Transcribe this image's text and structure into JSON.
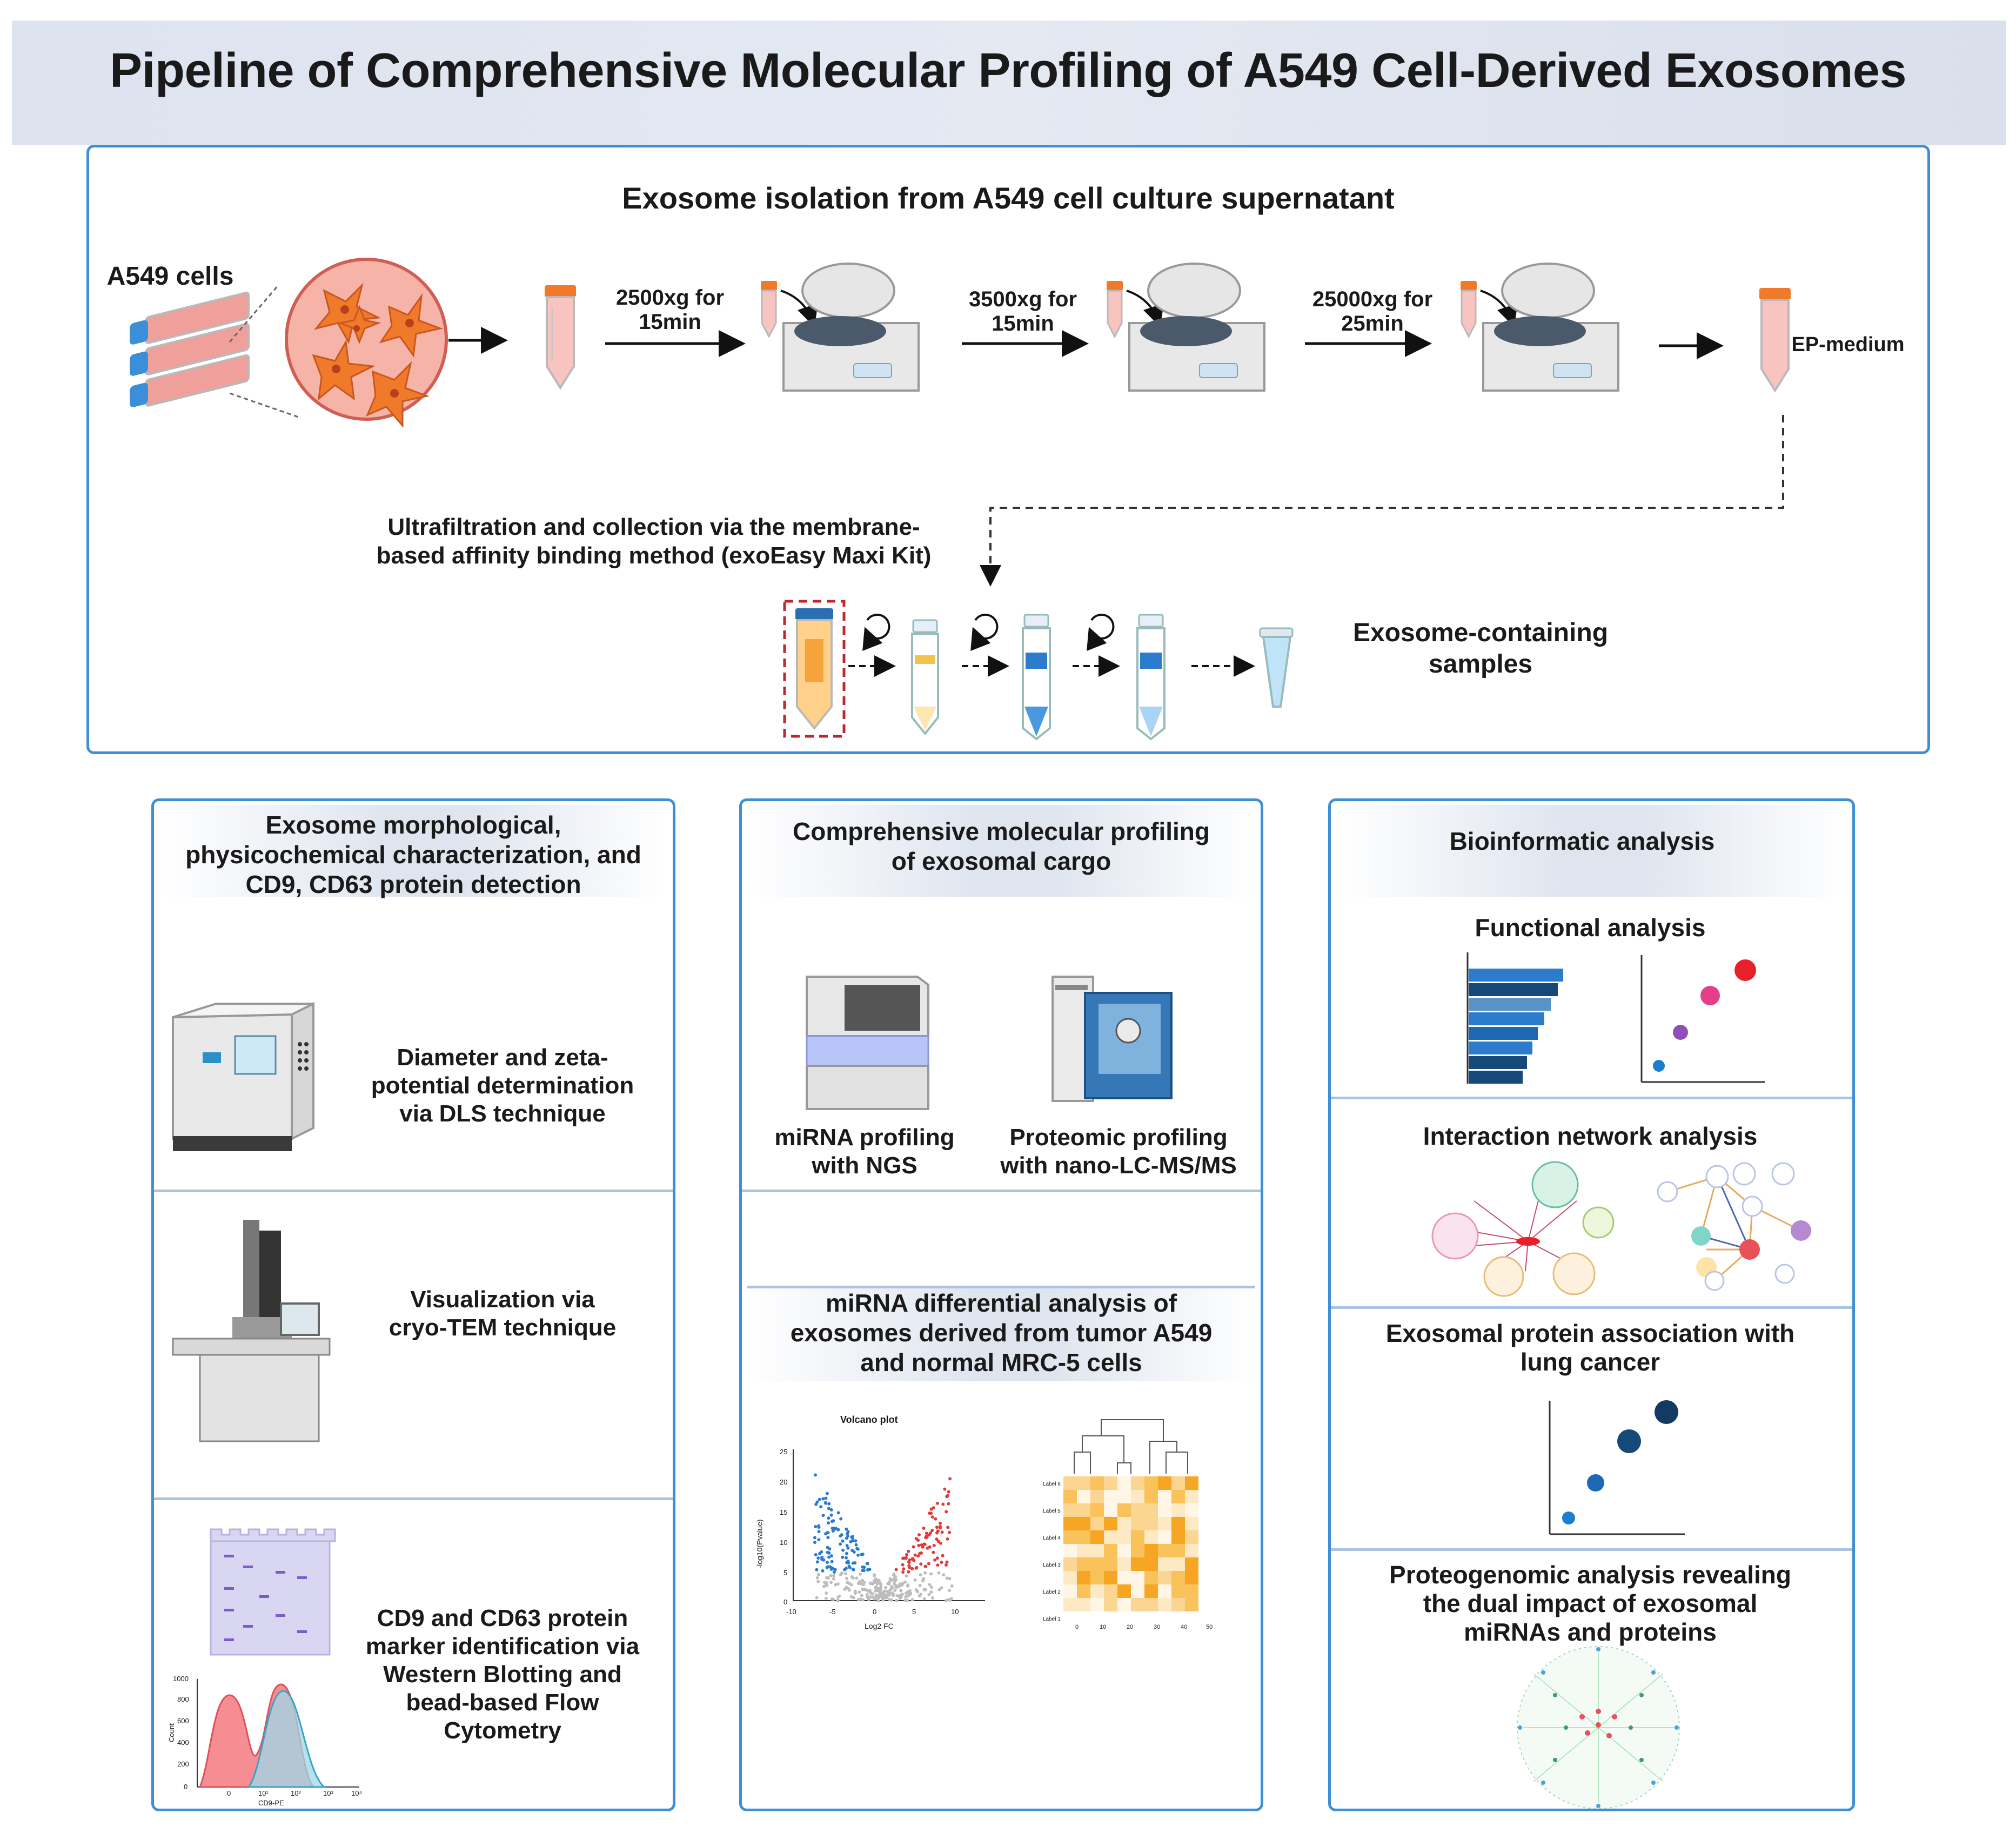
{
  "title": "Pipeline of Comprehensive Molecular Profiling of A549 Cell-Derived Exosomes",
  "isolation": {
    "header": "Exosome isolation from A549 cell culture supernatant",
    "cells_label": "A549 cells",
    "step1_line1": "2500xg for",
    "step1_line2": "15min",
    "step2_line1": "3500xg for",
    "step2_line2": "15min",
    "step3_line1": "25000xg for",
    "step3_line2": "25min",
    "ep_medium": "EP-medium",
    "ultra_line1": "Ultrafiltration and collection via the membrane-",
    "ultra_line2": "based affinity binding method (exoEasy Maxi Kit)",
    "samples_line1": "Exosome-containing",
    "samples_line2": "samples"
  },
  "morph": {
    "header_line1": "Exosome morphological,",
    "header_line2": "physicochemical characterization, and",
    "header_line3": "CD9, CD63 protein detection",
    "dls_line1": "Diameter and zeta-",
    "dls_line2": "potential determination",
    "dls_line3": "via DLS technique",
    "tem_line1": "Visualization via",
    "tem_line2": "cryo-TEM technique",
    "wb_line1": "CD9 and CD63 protein",
    "wb_line2": "marker identification via",
    "wb_line3": "Western Blotting and",
    "wb_line4": "bead-based Flow",
    "wb_line5": "Cytometry",
    "flow_yticks": [
      "1000",
      "800",
      "600",
      "400",
      "200",
      "0"
    ],
    "flow_ylabel": "Count",
    "flow_xlabel": "CD9-PE",
    "flow_xticks": [
      "0",
      "10¹",
      "10²",
      "10³",
      "10⁴"
    ]
  },
  "profiling": {
    "header_line1": "Comprehensive molecular profiling",
    "header_line2": "of exosomal cargo",
    "mirna_line1": "miRNA profiling",
    "mirna_line2": "with NGS",
    "prot_line1": "Proteomic profiling",
    "prot_line2": "with nano-LC-MS/MS",
    "diff_line1": "miRNA differential analysis of",
    "diff_line2": "exosomes derived from tumor A549",
    "diff_line3": "and normal MRC-5 cells",
    "volcano_title": "Volcano plot",
    "volcano_ylabel": "-log10(Pvalue)",
    "volcano_xlabel": "Log2 FC",
    "volcano_yticks": [
      "25",
      "20",
      "15",
      "10",
      "5",
      "0"
    ],
    "volcano_xticks": [
      "-10",
      "-5",
      "0",
      "5",
      "10"
    ],
    "heat_rows": [
      "Label 6",
      "Label 5",
      "Label 4",
      "Label 3",
      "Label 2",
      "Label 1"
    ],
    "heat_xticks": [
      "0",
      "10",
      "20",
      "30",
      "40",
      "50"
    ]
  },
  "bioinfo": {
    "header": "Bioinformatic analysis",
    "functional": "Functional analysis",
    "network": "Interaction network analysis",
    "assoc_line1": "Exosomal protein association with",
    "assoc_line2": "lung cancer",
    "pg_line1": "Proteogenomic analysis revealing",
    "pg_line2": "the dual impact of exosomal",
    "pg_line3": "miRNAs and proteins"
  },
  "colors": {
    "panel_border": "#3f8fd6",
    "title_band": "#dde3ef",
    "cell_pink": "#f0a09a",
    "cell_orange": "#f07a2a",
    "up_red": "#e03a3a",
    "down_blue": "#2a7bd0",
    "heat_orange": "#f6a623"
  }
}
